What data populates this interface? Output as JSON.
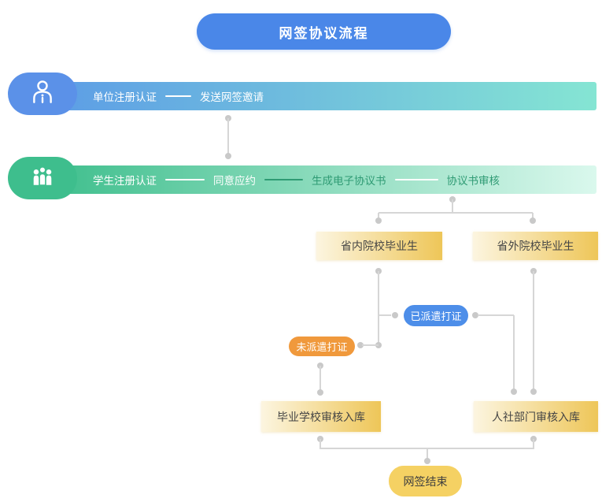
{
  "title": {
    "label": "网签协议流程",
    "bg": "#4a87e8"
  },
  "rows": [
    {
      "name": "unit-row",
      "icon": "person-icon",
      "blob_bg": "#5b91e8",
      "bar_from": "#5c9ce6",
      "bar_to": "#85e5d3",
      "steps": [
        {
          "label": "单位注册认证",
          "color": "#ffffff"
        },
        {
          "label": "发送网签邀请",
          "color": "#ffffff",
          "dash_color": "#ffffff"
        }
      ]
    },
    {
      "name": "student-row",
      "icon": "people-icon",
      "blob_bg": "#3ebe8d",
      "bar_from": "#3dbe8c",
      "bar_to": "#daf8ed",
      "steps": [
        {
          "label": "学生注册认证",
          "color": "#ffffff"
        },
        {
          "label": "同意应约",
          "color": "#ffffff",
          "dash_color": "#ffffff"
        },
        {
          "label": "生成电子协议书",
          "color": "#2f9b74",
          "dash_color": "#2f9b74"
        },
        {
          "label": "协议书审核",
          "color": "#2f9b74",
          "dash_color": "#ffffff"
        }
      ]
    }
  ],
  "nodes": {
    "province_inside": {
      "label": "省内院校毕业生"
    },
    "province_outside": {
      "label": "省外院校毕业生"
    },
    "dispatched": {
      "label": "已派遣打证",
      "bg": "#4d8ee9"
    },
    "not_dispatched": {
      "label": "未派遣打证",
      "bg": "#f0993c"
    },
    "school_review": {
      "label": "毕业学校审核入库"
    },
    "hr_review": {
      "label": "人社部门审核入库"
    },
    "end": {
      "label": "网签结束",
      "bg": "#f5d163"
    }
  },
  "palette": {
    "box_gradient_from": "#fcf5e0",
    "box_gradient_to": "#eec658",
    "connector_line": "#d6d6d6",
    "connector_dot": "#c9c9c9",
    "box_text": "#454545"
  }
}
